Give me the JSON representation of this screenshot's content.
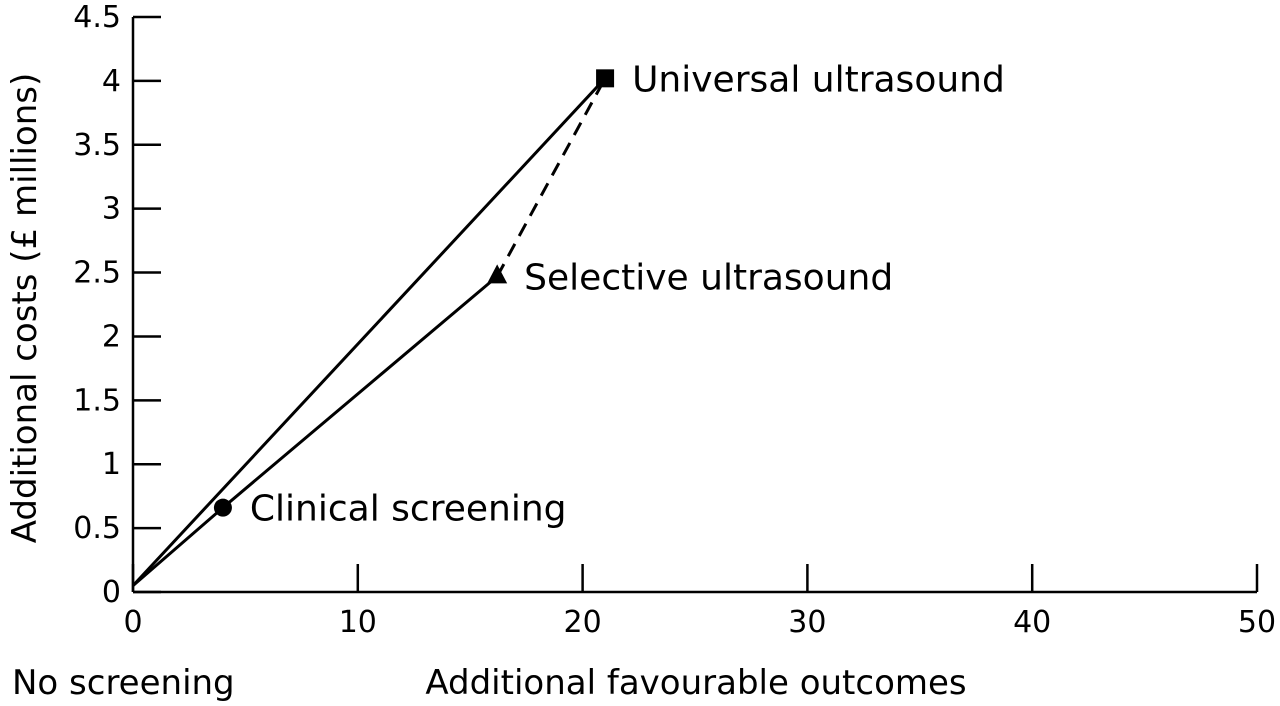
{
  "chart_data": {
    "type": "line",
    "xlabel": "Additional favourable outcomes",
    "ylabel": "Additional costs (£ millions)",
    "origin_label": "No screening",
    "xlim": [
      0,
      50
    ],
    "ylim": [
      0,
      4.5
    ],
    "x_ticks": [
      0,
      10,
      20,
      30,
      40,
      50
    ],
    "y_ticks": [
      0,
      0.5,
      1,
      1.5,
      2,
      2.5,
      3,
      3.5,
      4,
      4.5
    ],
    "grid": false,
    "points": [
      {
        "name": "No screening",
        "x": 0,
        "y": 0.05,
        "marker": "none"
      },
      {
        "name": "Clinical screening",
        "x": 4,
        "y": 0.66,
        "marker": "circle"
      },
      {
        "name": "Selective ultrasound",
        "x": 16.2,
        "y": 2.47,
        "marker": "triangle"
      },
      {
        "name": "Universal ultrasound",
        "x": 21,
        "y": 4.02,
        "marker": "square"
      }
    ],
    "segments": [
      {
        "from": "No screening",
        "to": "Clinical screening",
        "style": "solid"
      },
      {
        "from": "Clinical screening",
        "to": "Selective ultrasound",
        "style": "solid"
      },
      {
        "from": "No screening",
        "to": "Universal ultrasound",
        "style": "solid"
      },
      {
        "from": "Selective ultrasound",
        "to": "Universal ultrasound",
        "style": "dashed"
      }
    ]
  }
}
